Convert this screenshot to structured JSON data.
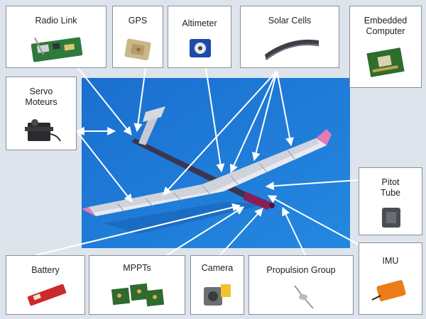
{
  "components": {
    "radio_link": "Radio Link",
    "gps": "GPS",
    "altimeter": "Altimeter",
    "solar_cells": "Solar Cells",
    "embedded_computer": "Embedded\nComputer",
    "servo_moteurs": "Servo\nMoteurs",
    "pitot_tube": "Pitot\nTube",
    "battery": "Battery",
    "mppts": "MPPTs",
    "camera": "Camera",
    "propulsion_group": "Propulsion Group",
    "imu": "IMU"
  },
  "colors": {
    "background": "#dde4ec",
    "photo_sky": "#1f77d4",
    "box_border": "#8a8f96",
    "arrow": "#ffffff"
  }
}
